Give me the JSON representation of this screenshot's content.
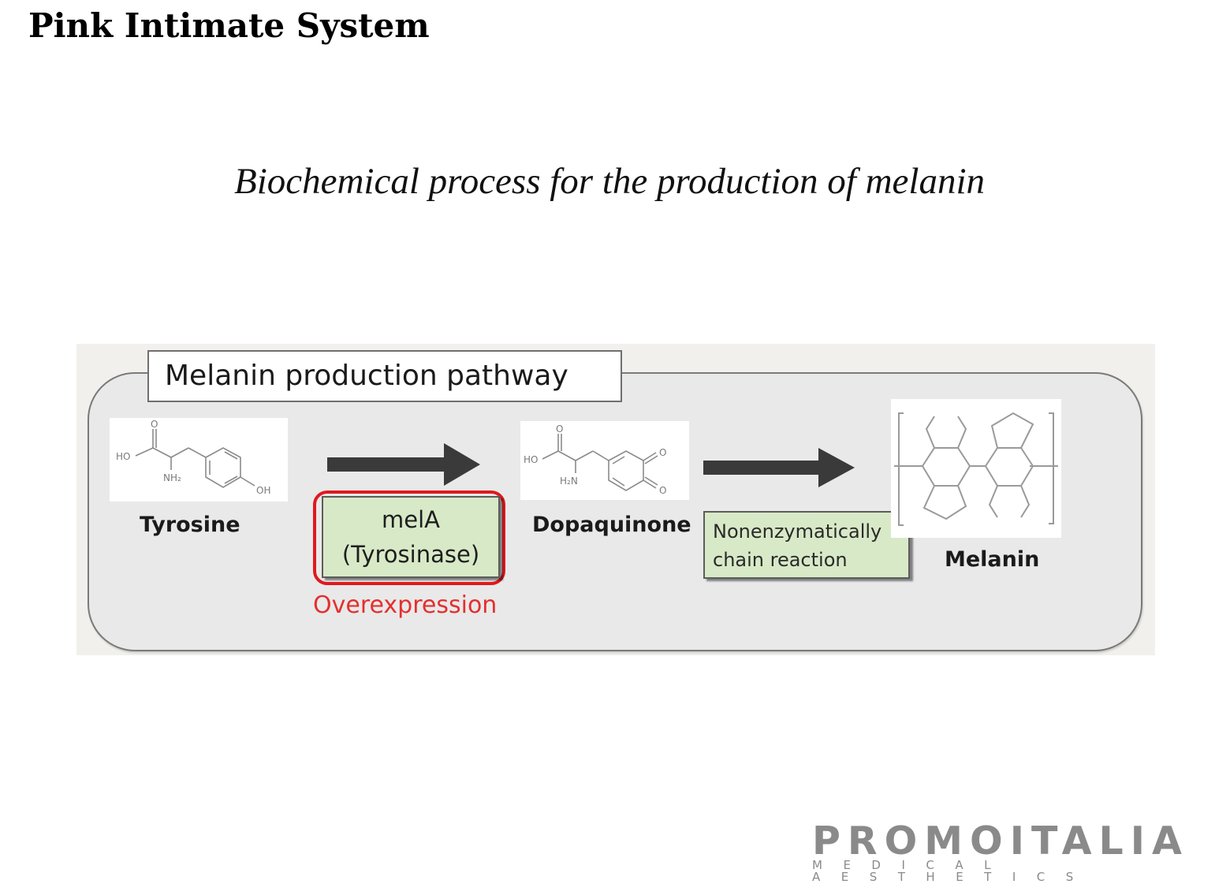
{
  "slide": {
    "title": "Pink Intimate System",
    "subtitle": "Biochemical process for the production of melanin"
  },
  "figure": {
    "panel_title": "Melanin production pathway",
    "compounds": [
      {
        "name": "Tyrosine",
        "atoms": {
          "acid": "HO",
          "amine": "NH₂",
          "oxygen": "O",
          "hydroxyl": "OH"
        }
      },
      {
        "name": "Dopaquinone",
        "atoms": {
          "acid": "HO",
          "amine": "H₂N",
          "oxygen": "O",
          "ketone1": "O",
          "ketone2": "O"
        }
      },
      {
        "name": "Melanin"
      }
    ],
    "enzyme": {
      "line1": "melA",
      "line2": "(Tyrosinase)",
      "note": "Overexpression"
    },
    "reaction": {
      "line1": "Nonenzymatically",
      "line2": "chain reaction"
    },
    "colors": {
      "highlight": "#e0191e",
      "box_fill": "#d8e9c7",
      "arrow": "#3a3a3a",
      "panel": "#e9e9e9"
    }
  },
  "logo": {
    "brand": "PROMOITALIA",
    "tagline": "MEDICAL AESTHETICS"
  }
}
